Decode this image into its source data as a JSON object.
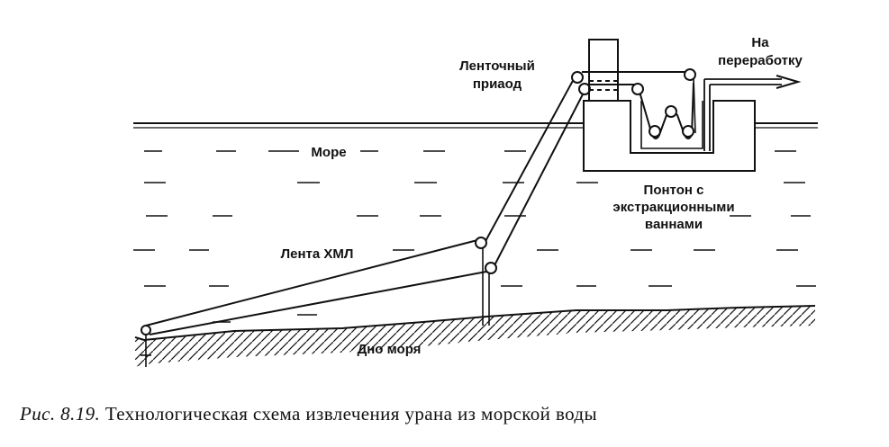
{
  "labels": {
    "belt_drive_line1": "Ленточный",
    "belt_drive_line2": "приаод",
    "to_processing_line1": "На",
    "to_processing_line2": "переработку",
    "sea": "Море",
    "pontoon_line1": "Понтон с",
    "pontoon_line2": "экстракционными",
    "pontoon_line3": "ваннами",
    "belt": "Лента ХМЛ",
    "seabed": "Дно моря"
  },
  "caption": {
    "number": "Рис. 8.19.",
    "text": "Технологическая схема извлечения урана из морской воды"
  }
}
